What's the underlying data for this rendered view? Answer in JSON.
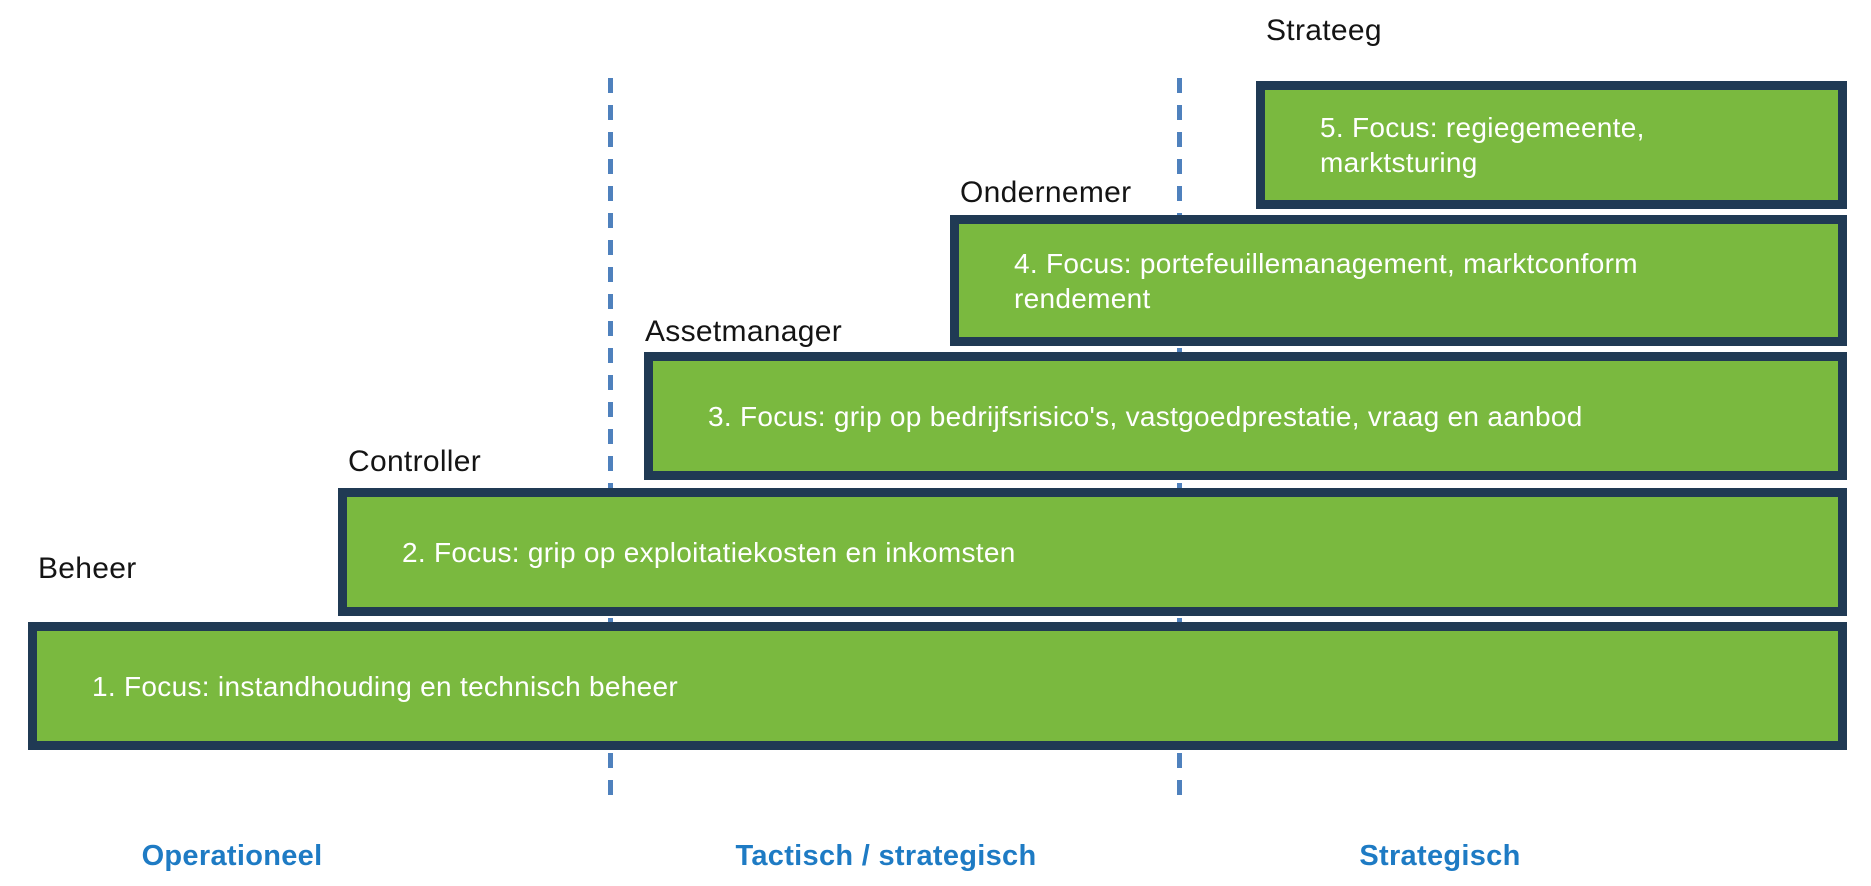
{
  "diagram": {
    "type": "staircase-maturity-model",
    "steps": [
      {
        "role": "Beheer",
        "bar_text": "1. Focus: instandhouding en technisch beheer"
      },
      {
        "role": "Controller",
        "bar_text": "2. Focus: grip op exploitatiekosten en inkomsten"
      },
      {
        "role": "Assetmanager",
        "bar_text": "3. Focus: grip op bedrijfsrisico's, vastgoedprestatie, vraag en aanbod"
      },
      {
        "role": "Ondernemer",
        "bar_text": "4. Focus: portefeuillemanagement, marktconform rendement"
      },
      {
        "role": "Strateeg",
        "bar_text": "5. Focus: regiegemeente, marktsturing"
      }
    ],
    "axis": {
      "labels": [
        "Operationeel",
        "Tactisch / strategisch",
        "Strategisch"
      ]
    },
    "colors": {
      "bar_fill": "#7AB93F",
      "bar_border": "#203A54",
      "bar_text": "#FFFFFF",
      "dashed_line": "#4F81BD",
      "axis_label": "#1E7BC4",
      "role_label": "#141414",
      "background": "#FFFFFF"
    }
  }
}
